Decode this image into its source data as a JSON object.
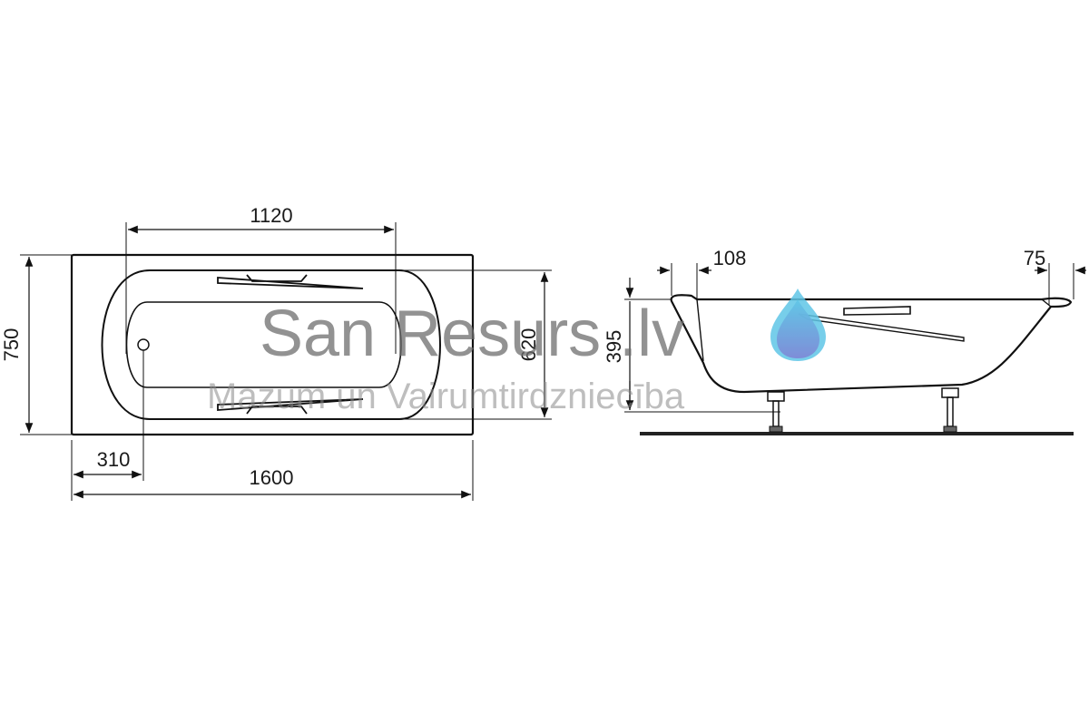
{
  "plan_view": {
    "dimensions": {
      "overall_length": "1600",
      "overall_width": "750",
      "inner_length": "1120",
      "inner_width": "620",
      "drain_offset": "310"
    }
  },
  "side_view": {
    "dimensions": {
      "left_rim": "108",
      "right_rim": "75",
      "height": "395"
    }
  },
  "watermark": {
    "brand": "San Resurs .lv",
    "tagline": "Mazum un Vairumtirdzniecība",
    "logo_icon": "water-drop-icon",
    "logo_colors": [
      "#5fc6e6",
      "#7f86d6"
    ]
  }
}
